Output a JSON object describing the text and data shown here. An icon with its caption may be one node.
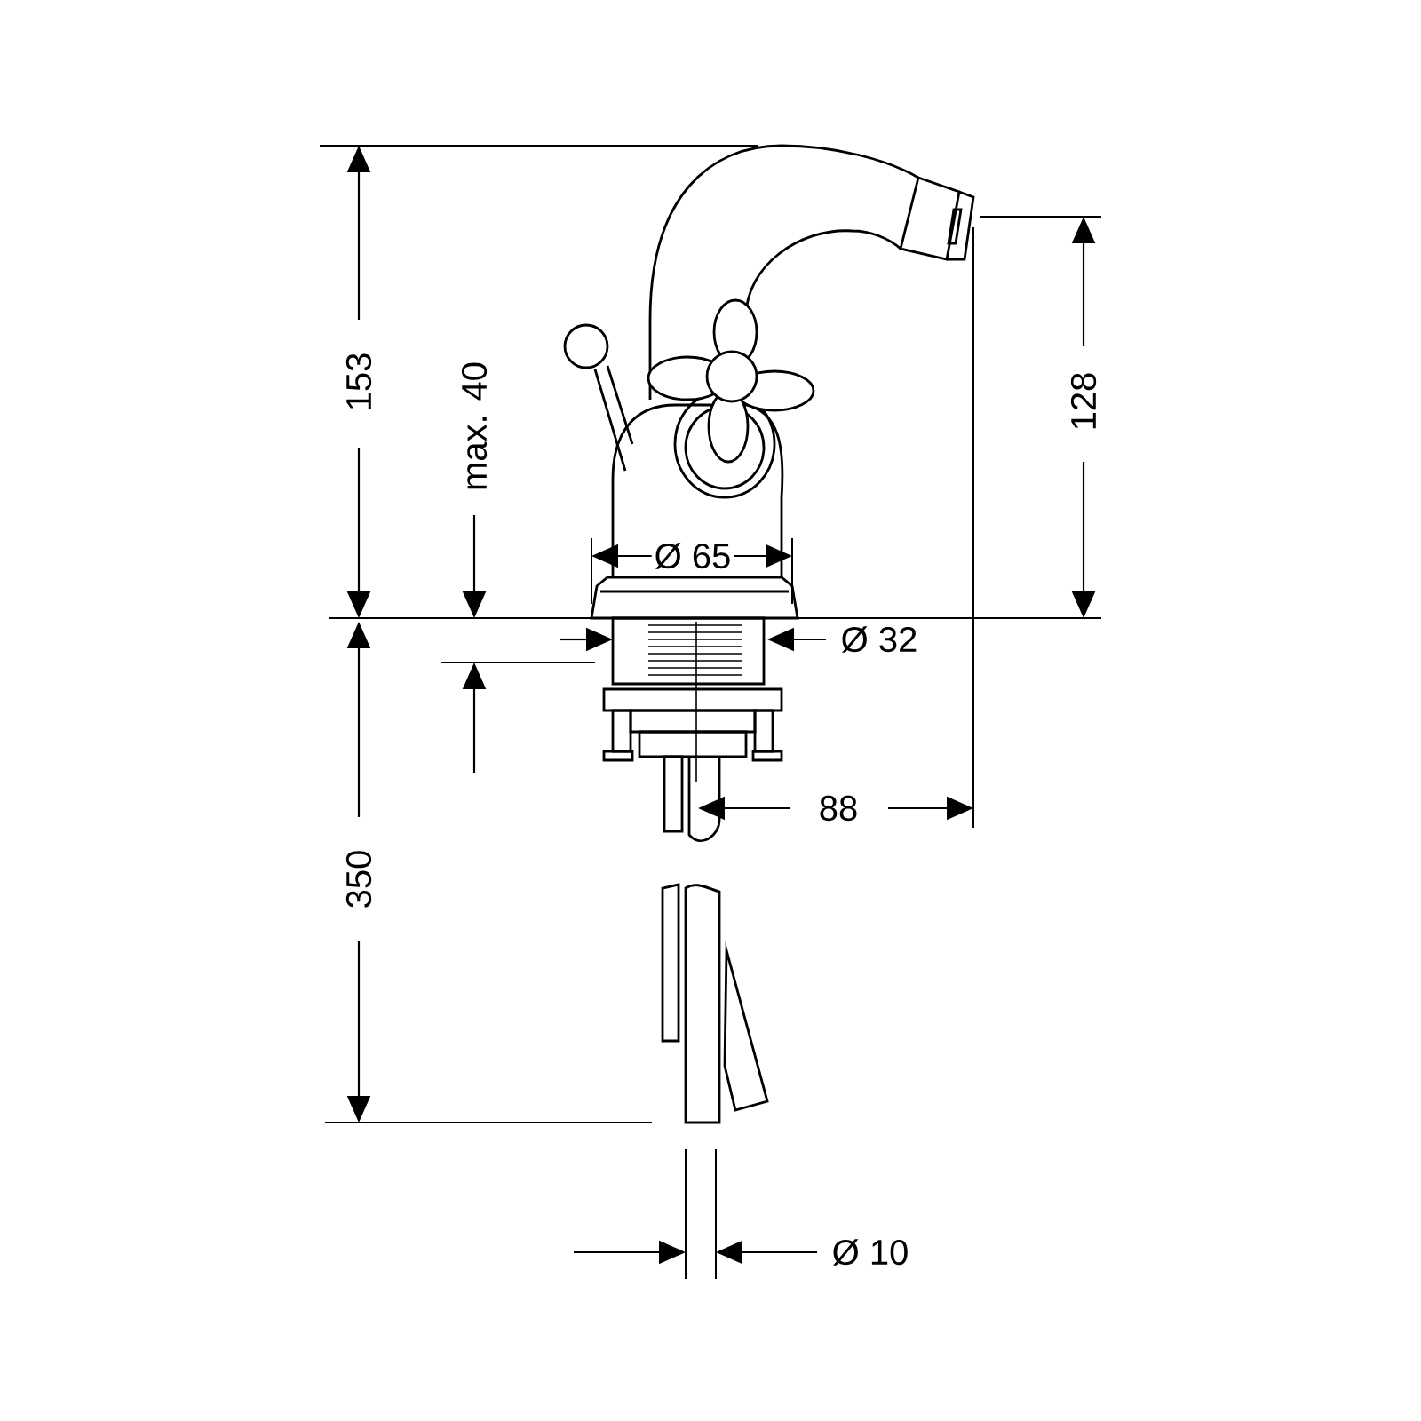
{
  "diagram": {
    "labels": [
      "153",
      "max. 40",
      "128",
      "Ø 65",
      "Ø 32",
      "88",
      "350",
      "Ø 10"
    ]
  }
}
